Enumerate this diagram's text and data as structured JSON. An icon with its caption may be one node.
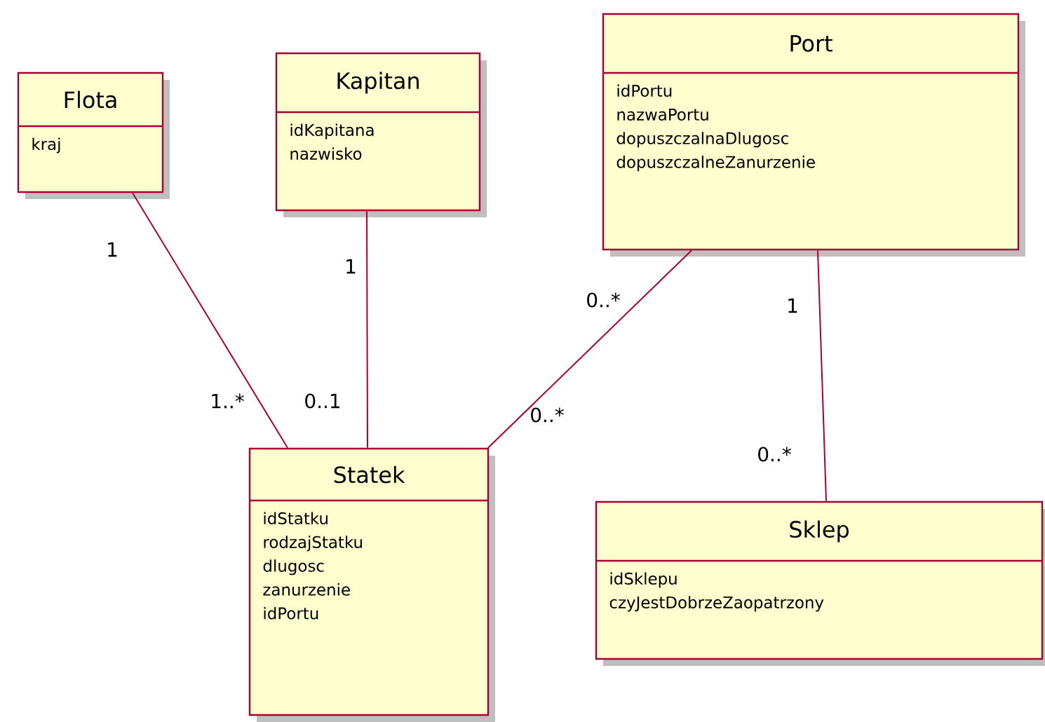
{
  "diagram": {
    "nodes": [
      {
        "text": [
          "Flota",
          "kraj"
        ]
      },
      {
        "text": [
          "Kapitan",
          "idKapitana",
          "nazwisko"
        ]
      },
      {
        "text": [
          "Port",
          "idPortu",
          "nazwaPortu",
          "dopuszczalnaDlugosc",
          "dopuszczalneZanurzenie"
        ]
      },
      {
        "text": [
          "Statek",
          "idStatku",
          "rodzajStatku",
          "dlugosc",
          "zanurzenie",
          "idPortu"
        ]
      },
      {
        "text": [
          "Sklep",
          "idSklepu",
          "czyJestDobrzeZaopatrzony"
        ]
      }
    ],
    "edges": [
      {
        "from": 0,
        "to": 3,
        "arrow": "none"
      },
      {
        "from": 1,
        "to": 3,
        "arrow": "none"
      },
      {
        "from": 2,
        "to": 3,
        "arrow": "none"
      },
      {
        "from": 2,
        "to": 4,
        "arrow": "none"
      }
    ],
    "labels": [
      "1",
      "1..*",
      "1",
      "0..1",
      "0..*",
      "0..*",
      "1",
      "0..*"
    ]
  }
}
